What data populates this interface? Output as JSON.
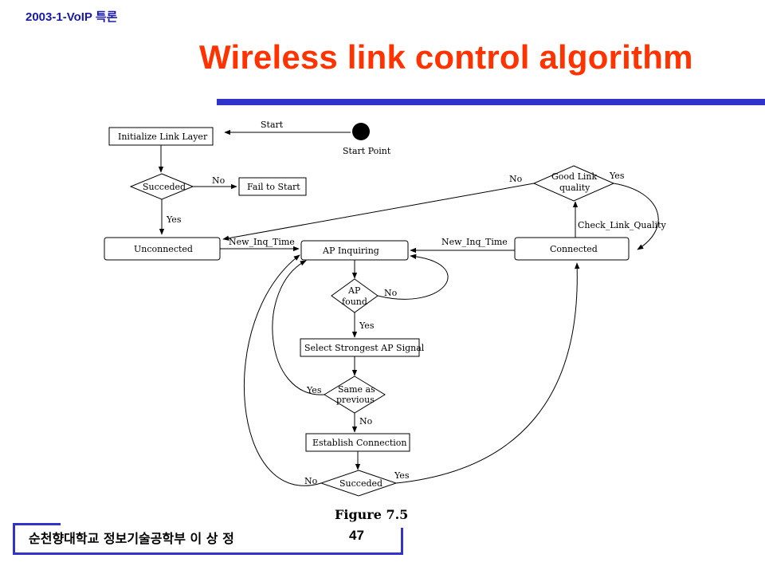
{
  "header": {
    "course": "2003-1-VoIP 특론",
    "title": "Wireless link control algorithm"
  },
  "diagram": {
    "start_label": "Start",
    "start_point_label": "Start Point",
    "nodes": {
      "initialize": "Initialize Link Layer",
      "succeded1": "Succeded",
      "fail": "Fail to Start",
      "unconnected": "Unconnected",
      "ap_inquiring": "AP Inquiring",
      "connected": "Connected",
      "good_link_line1": "Good Link",
      "good_link_line2": "quality",
      "ap_found_line1": "AP",
      "ap_found_line2": "found",
      "select_strongest": "Select Strongest AP Signal",
      "same_prev_line1": "Same as",
      "same_prev_line2": "previous",
      "establish": "Establish Connection",
      "succeded2": "Succeded"
    },
    "edge_labels": {
      "no_fail": "No",
      "yes_unconnected": "Yes",
      "new_inq_time_left": "New_Inq_Time",
      "new_inq_time_right": "New_Inq_Time",
      "check_link_quality": "Check_Link_Quality",
      "good_link_no": "No",
      "good_link_yes": "Yes",
      "ap_found_no": "No",
      "ap_found_yes": "Yes",
      "same_prev_yes": "Yes",
      "same_prev_no": "No",
      "succeded2_no": "No",
      "succeded2_yes": "Yes"
    },
    "caption": "Figure 7.5"
  },
  "footer": {
    "author": "순천향대학교 정보기술공학부   이 상 정",
    "page": "47"
  },
  "colors": {
    "title": "#ff3300",
    "course": "#1a1aa8",
    "rule": "#3333cc"
  }
}
